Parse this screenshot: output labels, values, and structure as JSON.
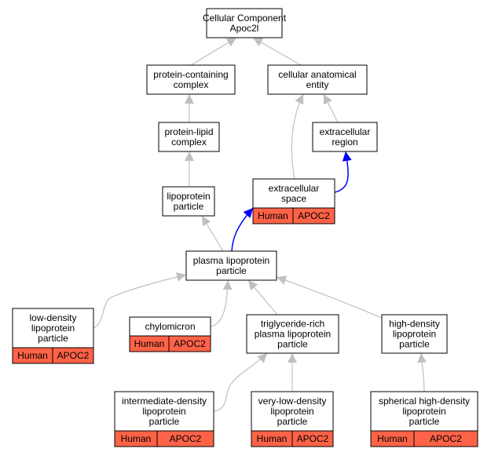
{
  "colors": {
    "node_fill": "#ffffff",
    "node_stroke": "#000000",
    "annotation_fill": "#ff6347",
    "edge_gray": "#c0c0c0",
    "edge_blue": "#0000ff"
  },
  "nodes": [
    {
      "id": "cc",
      "lines": [
        "Cellular Component",
        "Apoc2l"
      ]
    },
    {
      "id": "pcc",
      "lines": [
        "protein-containing",
        "complex"
      ]
    },
    {
      "id": "cae",
      "lines": [
        "cellular anatomical",
        "entity"
      ]
    },
    {
      "id": "plc",
      "lines": [
        "protein-lipid",
        "complex"
      ]
    },
    {
      "id": "er",
      "lines": [
        "extracellular",
        "region"
      ]
    },
    {
      "id": "lp",
      "lines": [
        "lipoprotein",
        "particle"
      ]
    },
    {
      "id": "es",
      "lines": [
        "extracellular",
        "space"
      ],
      "annotation": [
        "Human",
        "APOC2"
      ]
    },
    {
      "id": "plp",
      "lines": [
        "plasma lipoprotein",
        "particle"
      ]
    },
    {
      "id": "ldl",
      "lines": [
        "low-density",
        "lipoprotein",
        "particle"
      ],
      "annotation": [
        "Human",
        "APOC2"
      ]
    },
    {
      "id": "chy",
      "lines": [
        "chylomicron"
      ],
      "annotation": [
        "Human",
        "APOC2"
      ]
    },
    {
      "id": "trl",
      "lines": [
        "triglyceride-rich",
        "plasma lipoprotein",
        "particle"
      ]
    },
    {
      "id": "hdl",
      "lines": [
        "high-density",
        "lipoprotein",
        "particle"
      ]
    },
    {
      "id": "idl",
      "lines": [
        "intermediate-density",
        "lipoprotein",
        "particle"
      ],
      "annotation": [
        "Human",
        "APOC2"
      ]
    },
    {
      "id": "vldl",
      "lines": [
        "very-low-density",
        "lipoprotein",
        "particle"
      ],
      "annotation": [
        "Human",
        "APOC2"
      ]
    },
    {
      "id": "shdl",
      "lines": [
        "spherical high-density",
        "lipoprotein",
        "particle"
      ],
      "annotation": [
        "Human",
        "APOC2"
      ]
    }
  ],
  "edges": [
    {
      "from": "pcc",
      "to": "cc",
      "color": "gray"
    },
    {
      "from": "cae",
      "to": "cc",
      "color": "gray"
    },
    {
      "from": "plc",
      "to": "pcc",
      "color": "gray"
    },
    {
      "from": "er",
      "to": "cae",
      "color": "gray"
    },
    {
      "from": "es",
      "to": "cae",
      "color": "gray"
    },
    {
      "from": "lp",
      "to": "plc",
      "color": "gray"
    },
    {
      "from": "es",
      "to": "er",
      "color": "blue"
    },
    {
      "from": "plp",
      "to": "lp",
      "color": "gray"
    },
    {
      "from": "plp",
      "to": "es",
      "color": "blue"
    },
    {
      "from": "ldl",
      "to": "plp",
      "color": "gray"
    },
    {
      "from": "chy",
      "to": "plp",
      "color": "gray"
    },
    {
      "from": "trl",
      "to": "plp",
      "color": "gray"
    },
    {
      "from": "hdl",
      "to": "plp",
      "color": "gray"
    },
    {
      "from": "idl",
      "to": "trl",
      "color": "gray"
    },
    {
      "from": "vldl",
      "to": "trl",
      "color": "gray"
    },
    {
      "from": "shdl",
      "to": "hdl",
      "color": "gray"
    }
  ]
}
